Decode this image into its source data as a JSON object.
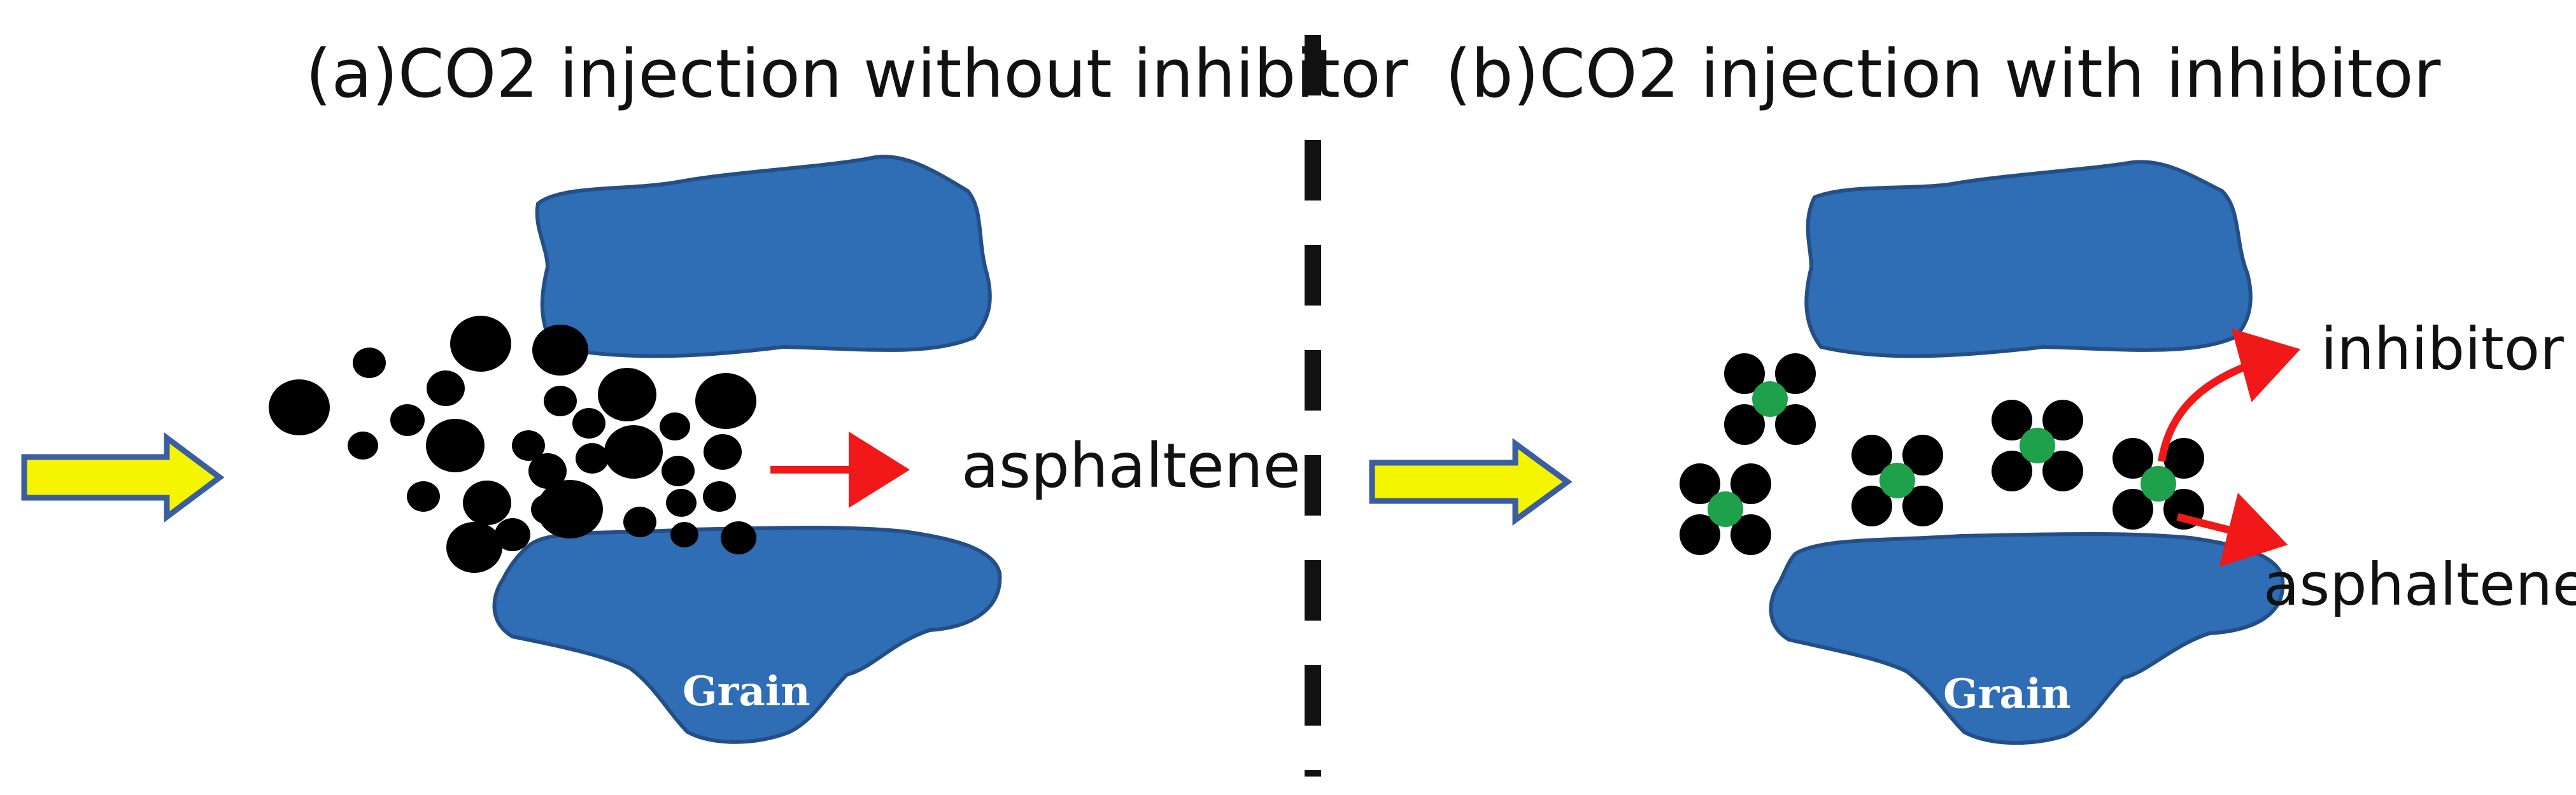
{
  "panel_a": {
    "title": "(a)CO2 injection without inhibitor",
    "asphaltene_label": "asphaltene",
    "grain_label": "Grain"
  },
  "panel_b": {
    "title": "(b)CO2 injection with inhibitor",
    "inhibitor_label": "inhibitor",
    "asphaltene_label": "asphaltene",
    "grain_label": "Grain"
  },
  "colors": {
    "grain_fill": "#2F6DB5",
    "grain_stroke": "#234F86",
    "asphaltene": "#000000",
    "inhibitor": "#1FA04B",
    "flow_arrow_fill": "#F5F500",
    "flow_arrow_stroke": "#3B5EA0",
    "product_arrow": "#F01818",
    "divider": "#111111"
  },
  "icons": {
    "flow_arrow": "right-block-arrow",
    "product_arrow": "red-right-arrow"
  }
}
